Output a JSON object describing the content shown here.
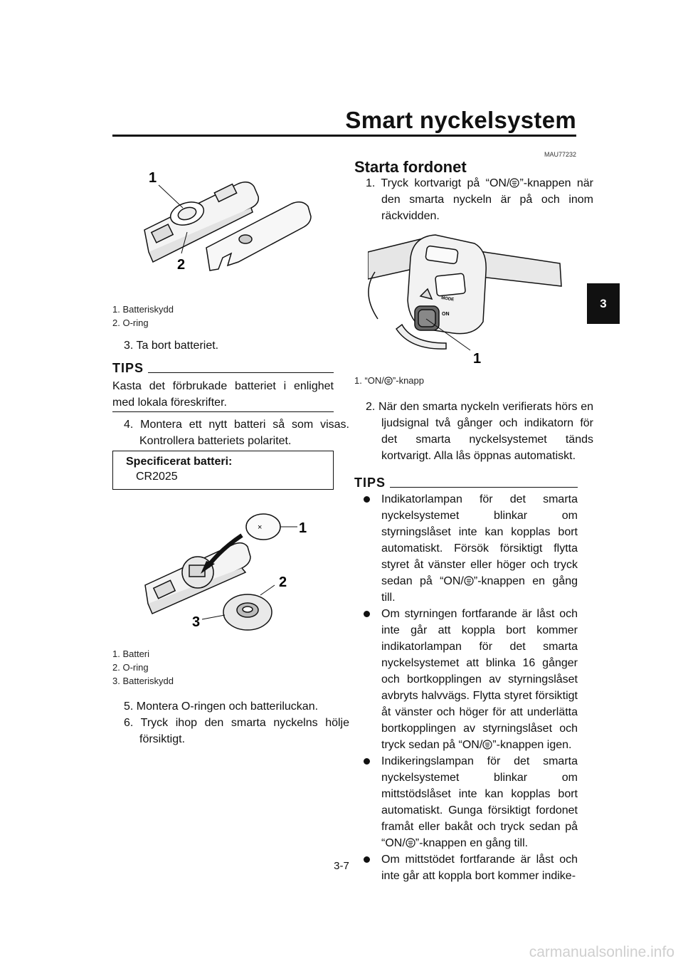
{
  "header": {
    "title": "Smart nyckelsystem",
    "chapter_tab": "3"
  },
  "left": {
    "fig1": {
      "callouts": [
        "1",
        "2"
      ],
      "captions": [
        "1.  Batteriskydd",
        "2.  O-ring"
      ]
    },
    "step3": "3.  Ta bort batteriet.",
    "tips1": {
      "heading": "TIPS",
      "text": "Kasta det förbrukade batteriet i enlighet med lokala föreskrifter."
    },
    "step4": "4.  Montera ett nytt batteri så som visas. Kontrollera batteriets polaritet.",
    "spec": {
      "label": "Specificerat batteri:",
      "value": "CR2025"
    },
    "fig2": {
      "callouts": [
        "1",
        "2",
        "3"
      ],
      "captions": [
        "1.  Batteri",
        "2.  O-ring",
        "3.  Batteriskydd"
      ]
    },
    "step5": "5.  Montera O-ringen och batteriluckan.",
    "step6": "6.  Tryck ihop den smarta nyckelns hölje försiktigt."
  },
  "right": {
    "code": "MAU77232",
    "section_title": "Starta fordonet",
    "step1_a": "1.  Tryck kortvarigt på “ON/",
    "step1_b": "”-knappen när den smarta nyckeln är på och inom räckvidden.",
    "fig3": {
      "callout": "1",
      "switch_labels": [
        "MODE",
        "ON"
      ],
      "caption_a": "1.  “ON/",
      "caption_b": "”-knapp"
    },
    "step2": "2.  När den smarta nyckeln verifierats hörs en ljudsignal två gånger och indikatorn för det smarta nyckelsystemet tänds kortvarigt. Alla lås öppnas automatiskt.",
    "tips2": {
      "heading": "TIPS",
      "b1_a": "Indikatorlampan för det smarta nyckelsystemet blinkar om styrningslåset inte kan kopplas bort automatiskt. Försök försiktigt flytta styret åt vänster eller höger och tryck sedan på “ON/",
      "b1_b": "”-knappen en gång till.",
      "b2_a": "Om styrningen fortfarande är låst och inte går att koppla bort kommer indikatorlampan för det smarta nyckelsystemet att blinka 16 gånger och bortkopplingen av styrningslåset avbryts halvvägs. Flytta styret försiktigt åt vänster och höger för att underlätta bortkopplingen av styrningslåset och tryck sedan på “ON/",
      "b2_b": "”-knappen igen.",
      "b3_a": "Indikeringslampan för det smarta nyckelsystemet blinkar om mittstödslåset inte kan kopplas bort automatiskt. Gunga försiktigt fordonet framåt eller bakåt och tryck sedan på “ON/",
      "b3_b": "”-knappen en gång till.",
      "b4": "Om mittstödet fortfarande är låst och inte går att koppla bort kommer indike-"
    }
  },
  "footer": {
    "page_number": "3-7",
    "watermark": "carmanualsonline.info"
  }
}
